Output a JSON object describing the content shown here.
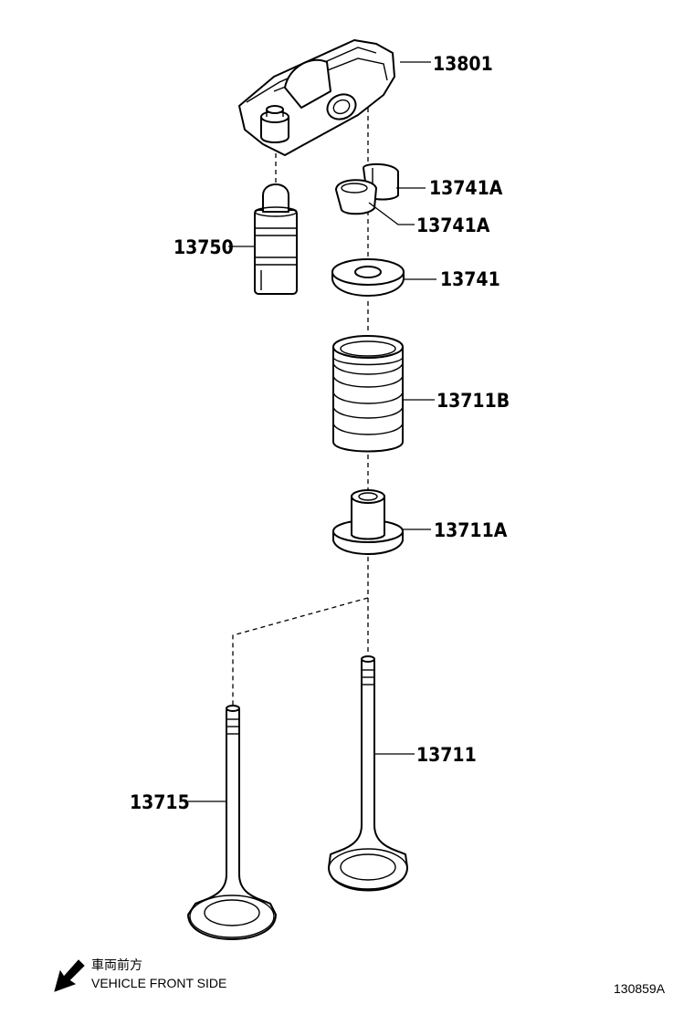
{
  "parts": [
    {
      "id": "rocker_arm",
      "number": "13801"
    },
    {
      "id": "keeper_upper",
      "number": "13741A"
    },
    {
      "id": "keeper_lower",
      "number": "13741A"
    },
    {
      "id": "lash_adjuster",
      "number": "13750"
    },
    {
      "id": "spring_retainer",
      "number": "13741"
    },
    {
      "id": "valve_spring",
      "number": "13711B"
    },
    {
      "id": "spring_seat",
      "number": "13711A"
    },
    {
      "id": "intake_valve",
      "number": "13711"
    },
    {
      "id": "exhaust_valve",
      "number": "13715"
    }
  ],
  "direction_note": {
    "japanese": "車両前方",
    "english": "VEHICLE FRONT SIDE"
  },
  "figure_reference": "130859A"
}
